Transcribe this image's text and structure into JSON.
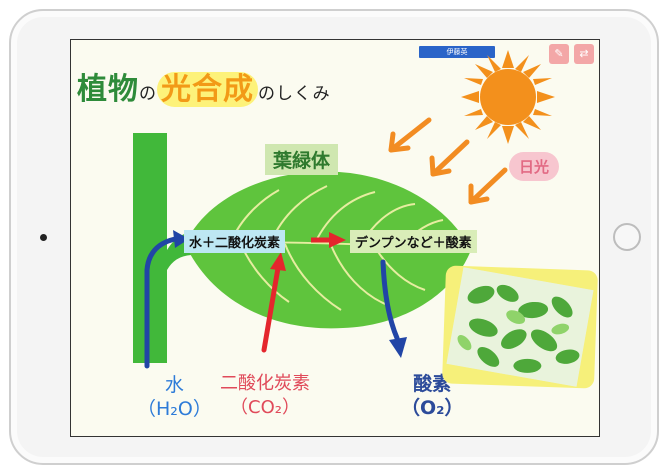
{
  "title": {
    "part1": "植物",
    "part2": "の",
    "part3": "光合成",
    "part4": "のしくみ"
  },
  "header": {
    "user": "伊藤英"
  },
  "labels": {
    "chloroplast": "葉緑体",
    "sunlight": "日光",
    "inputs": "水＋二酸化炭素",
    "outputs": "デンプンなど＋酸素",
    "water": "水",
    "water_formula": "（H₂O）",
    "co2": "二酸化炭素",
    "co2_formula": "（CO₂）",
    "o2": "酸素",
    "o2_formula": "（O₂）"
  },
  "colors": {
    "leaf": "#5fc43d",
    "stem": "#41b83a",
    "sun": "#f3901c",
    "arrow_blue": "#2145a6",
    "arrow_red": "#e4262d",
    "ray_orange": "#f28c22"
  },
  "icons": {
    "pen_tool": "pen-icon",
    "share_tool": "share-icon"
  }
}
